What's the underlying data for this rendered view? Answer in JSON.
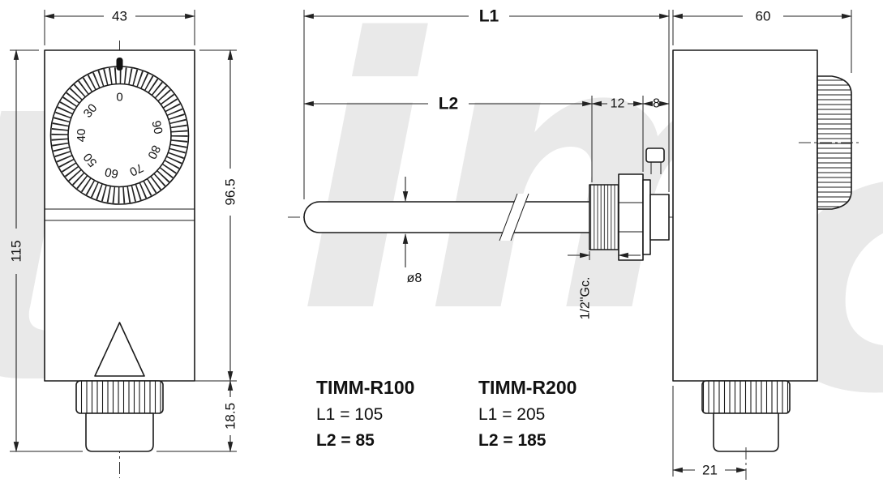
{
  "front_view": {
    "dial_numbers": [
      "0",
      "30",
      "40",
      "50",
      "60",
      "70",
      "80",
      "90"
    ],
    "dims": {
      "width": "43",
      "total_height": "115",
      "body_height": "96.5",
      "nut_height": "18.5"
    }
  },
  "probe_view": {
    "dims": {
      "l1": "L1",
      "l2": "L2",
      "thread_length": "12",
      "spigot_length": "8",
      "diameter": "ø8",
      "thread_size": "1/2\"Gc."
    }
  },
  "side_view": {
    "dims": {
      "width": "60",
      "nut_width": "21"
    }
  },
  "models": [
    {
      "name": "TIMM-R100",
      "l1": "L1 = 105",
      "l2": "L2 = 85"
    },
    {
      "name": "TIMM-R200",
      "l1": "L1 = 205",
      "l2": "L2 = 185"
    }
  ],
  "watermark": {
    "letters": [
      "t",
      "im",
      "c"
    ]
  }
}
